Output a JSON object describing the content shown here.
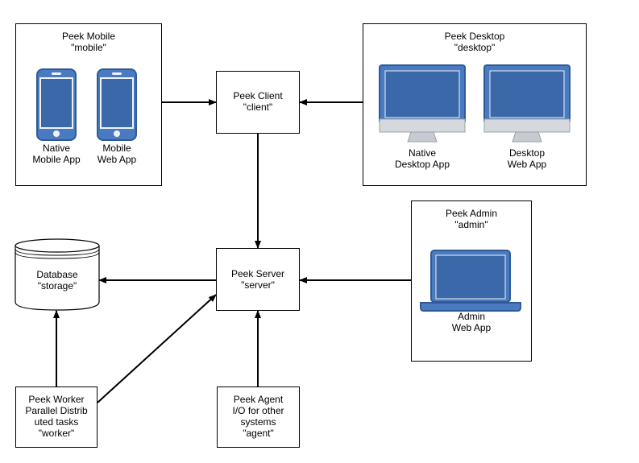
{
  "mobile": {
    "title": "Peek Mobile",
    "id": "\"mobile\"",
    "native_l1": "Native",
    "native_l2": "Mobile App",
    "web_l1": "Mobile",
    "web_l2": "Web App"
  },
  "desktop": {
    "title": "Peek Desktop",
    "id": "\"desktop\"",
    "native_l1": "Native",
    "native_l2": "Desktop App",
    "web_l1": "Desktop",
    "web_l2": "Web App"
  },
  "admin": {
    "title": "Peek Admin",
    "id": "\"admin\"",
    "app_l1": "Admin",
    "app_l2": "Web App"
  },
  "client": {
    "title": "Peek Client",
    "id": "\"client\""
  },
  "server": {
    "title": "Peek Server",
    "id": "\"server\""
  },
  "database": {
    "title": "Database",
    "id": "\"storage\""
  },
  "worker": {
    "title": "Peek Worker",
    "l2": "Parallel Distrib",
    "l3": "uted tasks",
    "id": "\"worker\""
  },
  "agent": {
    "title": "Peek Agent",
    "l2": "I/O for other",
    "l3": "systems",
    "id": "\"agent\""
  },
  "colors": {
    "screen": "#3f6fae",
    "device_frame": "#4a7bc0",
    "stand": "#c7cbd1"
  }
}
